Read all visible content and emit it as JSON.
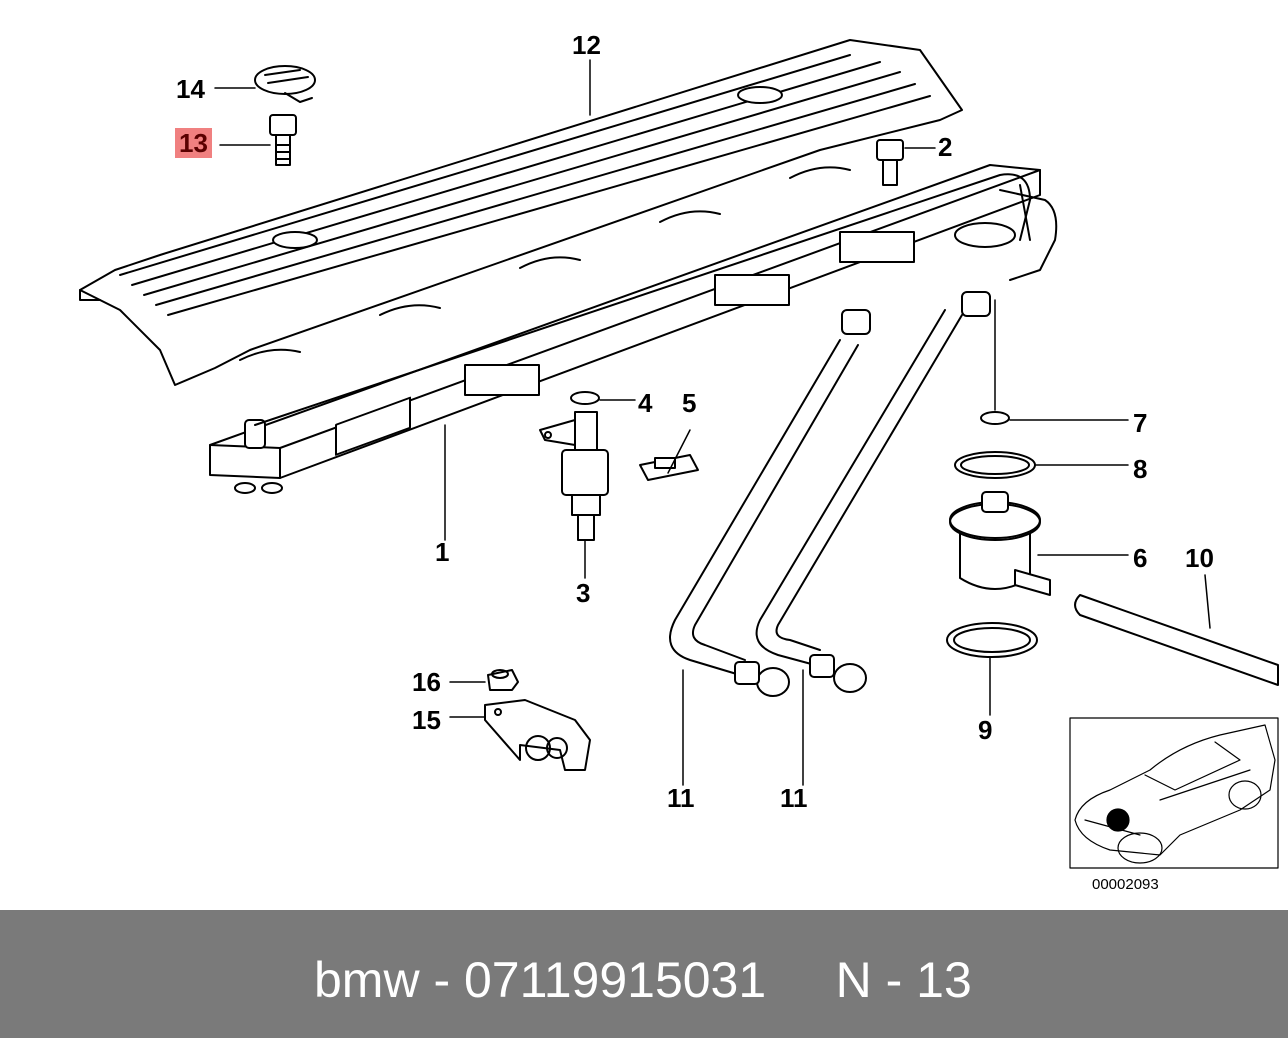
{
  "callouts": {
    "c1": "1",
    "c2": "2",
    "c3": "3",
    "c4": "4",
    "c5": "5",
    "c6": "6",
    "c7": "7",
    "c8": "8",
    "c9": "9",
    "c10": "10",
    "c11a": "11",
    "c11b": "11",
    "c12": "12",
    "c13": "13",
    "c14": "14",
    "c15": "15",
    "c16": "16"
  },
  "highlighted_part": "13",
  "diagram_ref": "00002093",
  "footer": {
    "text": "bmw - 07119915031     N - 13"
  },
  "colors": {
    "highlight": "#f08080",
    "footer_bg": "#7a7a7a",
    "footer_text": "#ffffff"
  }
}
